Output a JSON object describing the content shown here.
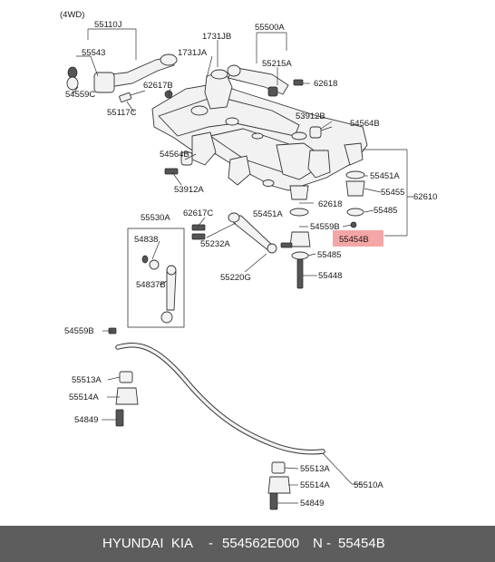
{
  "diagram": {
    "variant": "(4WD)",
    "highlight_color": "#f4a6a6",
    "labels": {
      "l55110J": "55110J",
      "l55543": "55543",
      "l54559C": "54559C",
      "l55117C": "55117C",
      "l62617B": "62617B",
      "l1731JB": "1731JB",
      "l1731JA": "1731JA",
      "l55500A": "55500A",
      "l55215A": "55215A",
      "l62618a": "62618",
      "l53912B": "53912B",
      "l54564Ba": "54564B",
      "l54564Bb": "54564B",
      "l53912A": "53912A",
      "l55451Aa": "55451A",
      "l55455": "55455",
      "l62610": "62610",
      "l55485a": "55485",
      "l62618b": "62618",
      "l62617C": "62617C",
      "l55451Ab": "55451A",
      "l55530A": "55530A",
      "l54559B": "54559B",
      "l55454B": "55454B",
      "l54838": "54838",
      "l55232A": "55232A",
      "l55485b": "55485",
      "l54837B": "54837B",
      "l55220G": "55220G",
      "l55448": "55448",
      "l54559Bb": "54559B",
      "l55513Aa": "55513A",
      "l55514Aa": "55514A",
      "l54849a": "54849",
      "l55513Ab": "55513A",
      "l55514Ab": "55514A",
      "l55510A": "55510A",
      "l54849b": "54849"
    }
  },
  "footer": {
    "brand": "HYUNDAI  KIA",
    "separator": "-",
    "part_number": "554562E000",
    "n_label": "N -",
    "catalog_code": "55454B"
  }
}
